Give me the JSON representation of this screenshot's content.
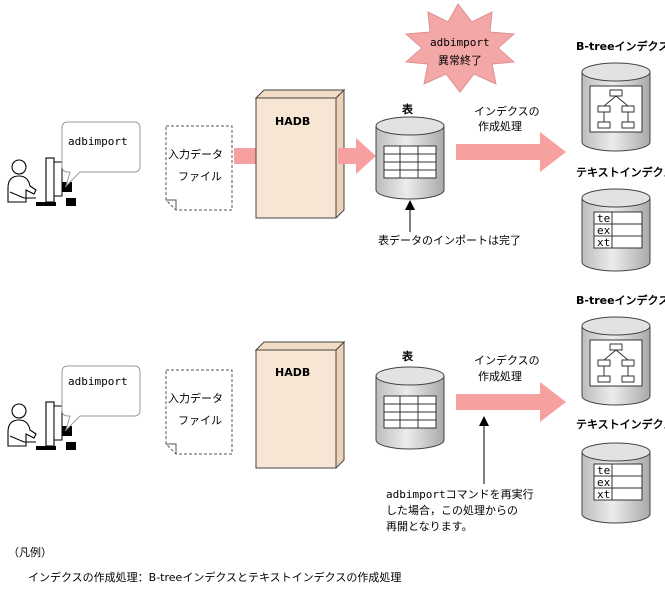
{
  "panel_top": {
    "command_bubble": "adbimport",
    "input_file": [
      "入力データ",
      "ファイル"
    ],
    "database_label": "HADB",
    "table_label": "表",
    "process_label": [
      "インデクスの",
      "作成処理"
    ],
    "error_burst": [
      "adbimport",
      "異常終了"
    ],
    "btree_label": "B-treeインデクス",
    "text_index_label": "テキストインデクス",
    "text_index_cells": [
      "te",
      "ex",
      "xt"
    ],
    "table_note": "表データのインポートは完了"
  },
  "panel_bottom": {
    "command_bubble": "adbimport",
    "input_file": [
      "入力データ",
      "ファイル"
    ],
    "database_label": "HADB",
    "table_label": "表",
    "process_label": [
      "インデクスの",
      "作成処理"
    ],
    "btree_label": "B-treeインデクス",
    "text_index_label": "テキストインデクス",
    "text_index_cells": [
      "te",
      "ex",
      "xt"
    ],
    "rerun_note": [
      "adbimportコマンドを再実行",
      "した場合，この処理からの",
      "再開となります。"
    ]
  },
  "legend": {
    "heading": "（凡例）",
    "text": "インデクスの作成処理：B-treeインデクスとテキストインデクスの作成処理"
  },
  "colors": {
    "arrow": "#f6a0a0",
    "database_fill": "#f8e6d4",
    "database_side": "#ecd2b8",
    "cylinder": "#d8d8d8",
    "burst": "#f4a7a7",
    "bubble_stroke": "#9a9a9a"
  }
}
